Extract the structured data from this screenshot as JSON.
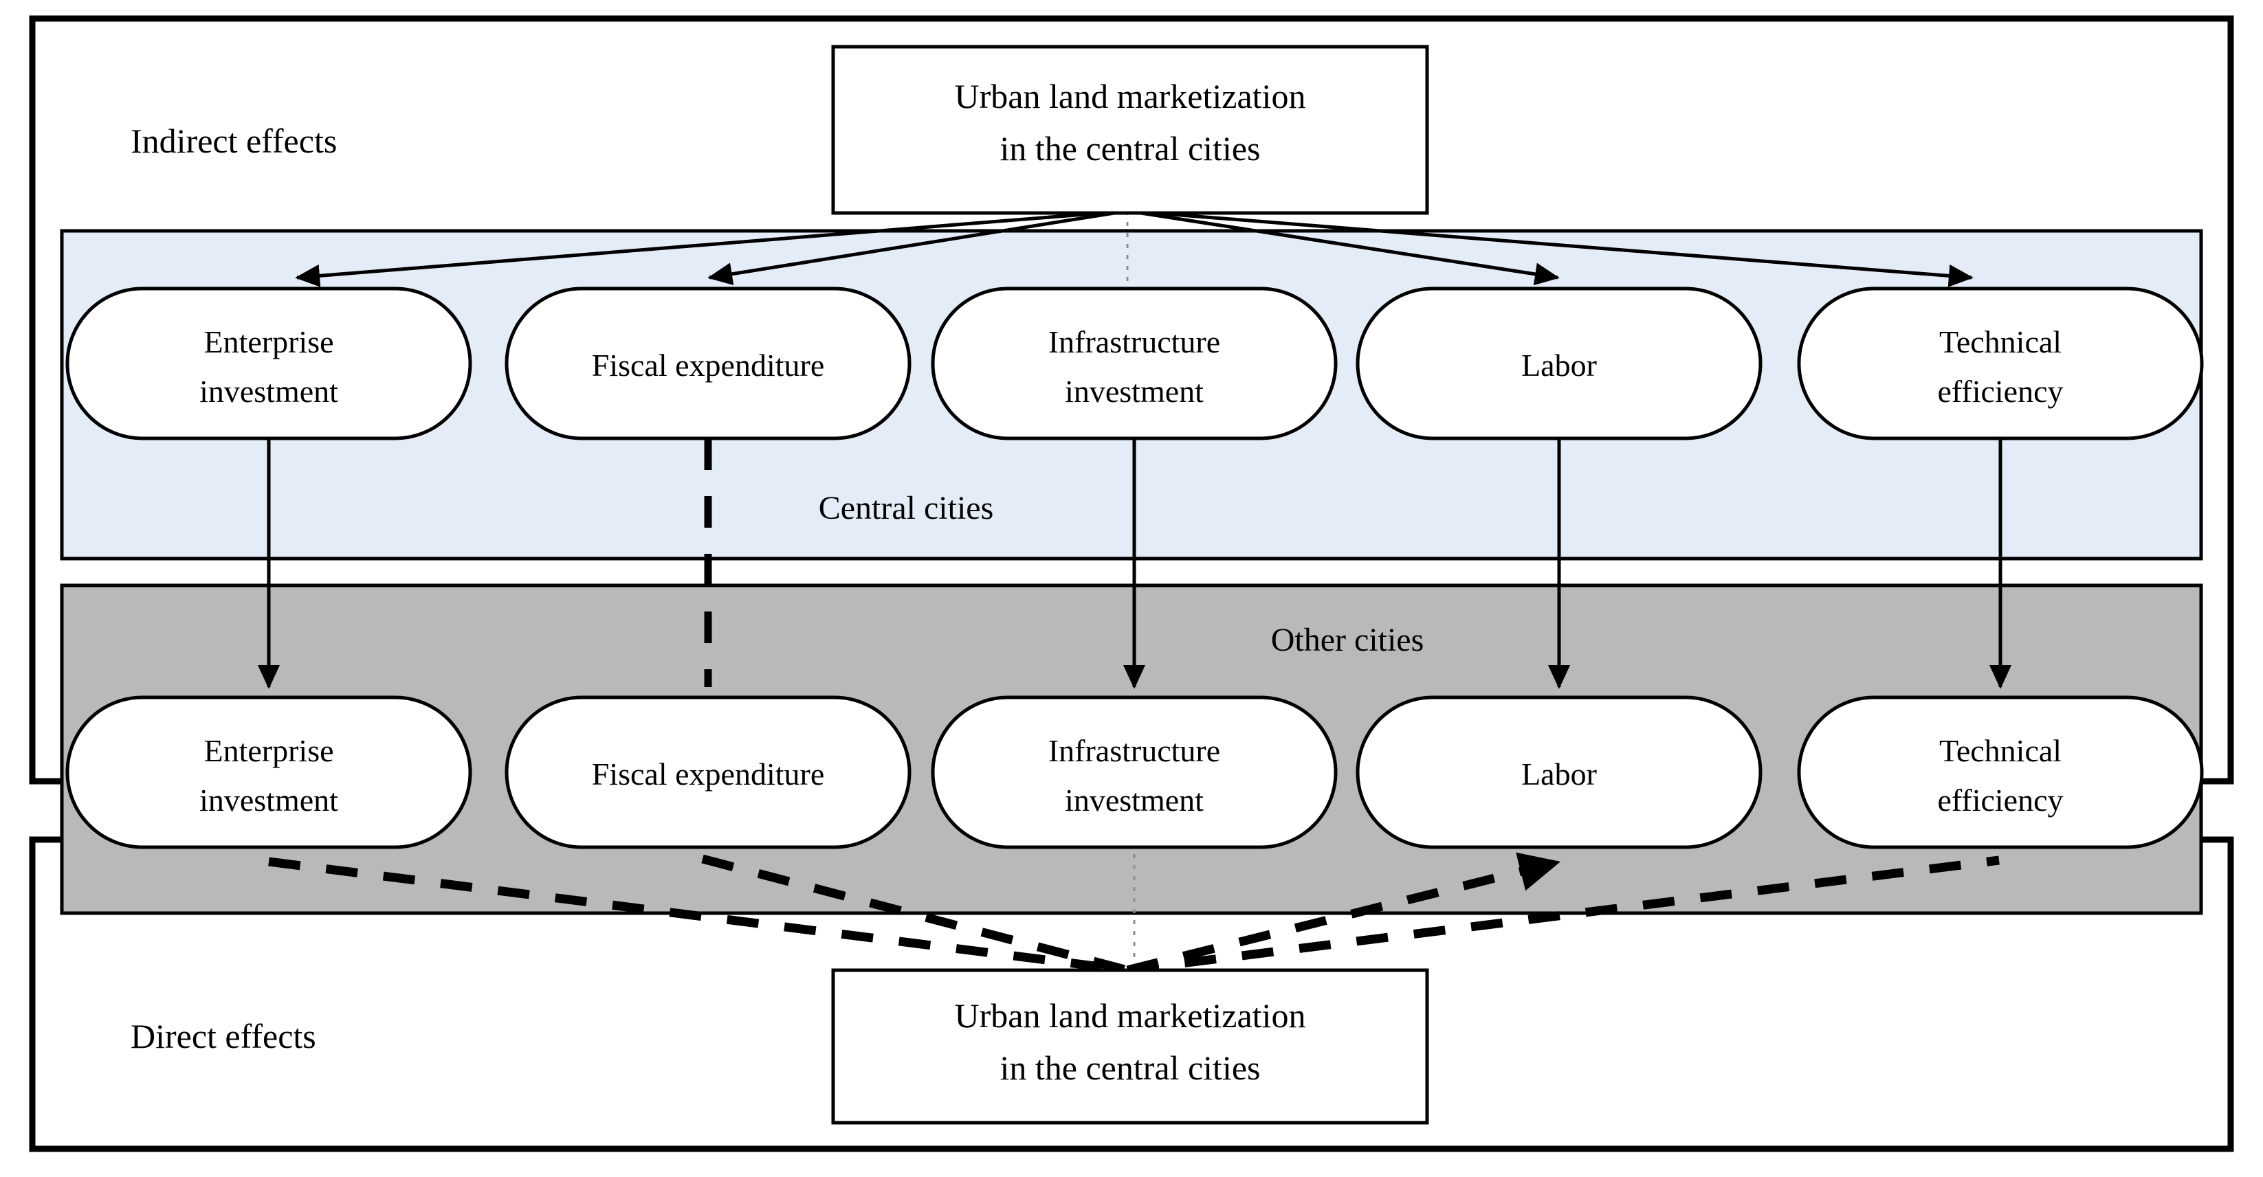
{
  "diagram": {
    "title_top_box": {
      "line1": "Urban land marketization",
      "line2": "in the central cities"
    },
    "title_bottom_box": {
      "line1": "Urban land marketization",
      "line2": "in the central cities"
    },
    "side_labels": {
      "indirect": "Indirect effects",
      "direct": "Direct effects"
    },
    "bands": {
      "central": {
        "label": "Central cities",
        "fill": "#e4ecf8"
      },
      "other": {
        "label": "Other cities",
        "fill": "#b9b9b9"
      }
    },
    "nodes_central": [
      {
        "line1": "Enterprise",
        "line2": "investment"
      },
      {
        "line1": "Fiscal expenditure",
        "line2": ""
      },
      {
        "line1": "Infrastructure",
        "line2": "investment"
      },
      {
        "line1": "Labor",
        "line2": ""
      },
      {
        "line1": "Technical",
        "line2": "efficiency"
      }
    ],
    "nodes_other": [
      {
        "line1": "Enterprise",
        "line2": "investment"
      },
      {
        "line1": "Fiscal expenditure",
        "line2": ""
      },
      {
        "line1": "Infrastructure",
        "line2": "investment"
      },
      {
        "line1": "Labor",
        "line2": ""
      },
      {
        "line1": "Technical",
        "line2": "efficiency"
      }
    ],
    "colors": {
      "stroke": "#000000",
      "node_fill": "#ffffff",
      "page_bg": "#ffffff"
    }
  }
}
